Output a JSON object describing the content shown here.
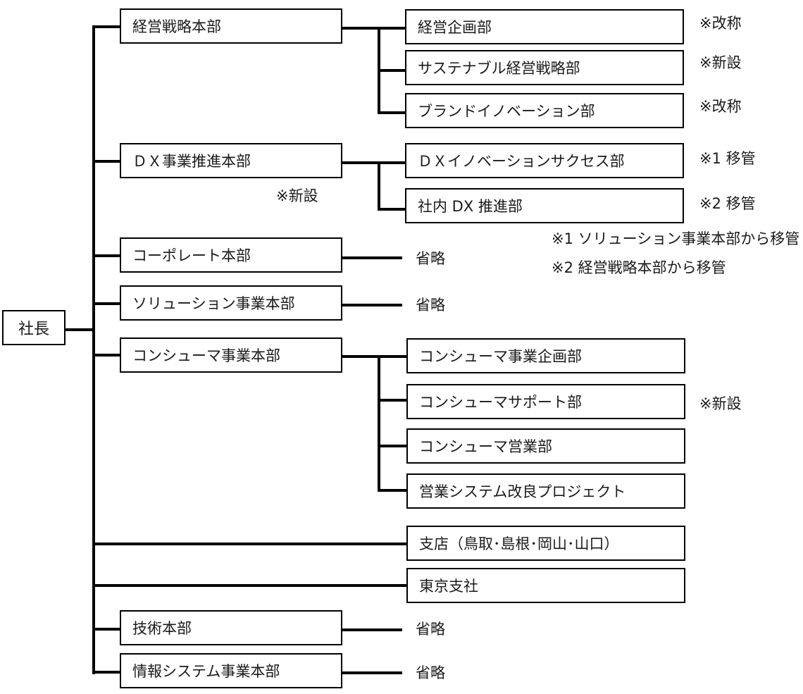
{
  "root": {
    "label": "社長"
  },
  "divisions": [
    {
      "key": "keiei_senryaku",
      "label": "経営戦略本部"
    },
    {
      "key": "dx",
      "label": "ＤＸ事業推進本部",
      "note": "※新設"
    },
    {
      "key": "corporate",
      "label": "コーポレート本部",
      "omitted": "省略"
    },
    {
      "key": "solution",
      "label": "ソリューション事業本部",
      "omitted": "省略"
    },
    {
      "key": "consumer",
      "label": "コンシューマ事業本部"
    },
    {
      "key": "gijutsu",
      "label": "技術本部",
      "omitted": "省略"
    },
    {
      "key": "joho",
      "label": "情報システム事業本部",
      "omitted": "省略"
    }
  ],
  "departments": {
    "keiei_senryaku": [
      {
        "label": "経営企画部",
        "note": "※改称"
      },
      {
        "label": "サステナブル経営戦略部",
        "note": "※新設"
      },
      {
        "label": "ブランドイノベーション部",
        "note": "※改称"
      }
    ],
    "dx": [
      {
        "label": "ＤＸイノベーションサクセス部",
        "note": "※1 移管"
      },
      {
        "label": "社内 DX 推進部",
        "note": "※2 移管"
      }
    ],
    "consumer": [
      {
        "label": "コンシューマ事業企画部"
      },
      {
        "label": "コンシューマサポート部",
        "note": "※新設"
      },
      {
        "label": "コンシューマ営業部"
      },
      {
        "label": "営業システム改良プロジェクト"
      }
    ]
  },
  "direct_units": [
    {
      "label": "支店（鳥取･島根･岡山･山口）"
    },
    {
      "label": "東京支社"
    }
  ],
  "footnotes": [
    "※1  ソリューション事業本部から移管",
    "※2  経営戦略本部から移管"
  ]
}
